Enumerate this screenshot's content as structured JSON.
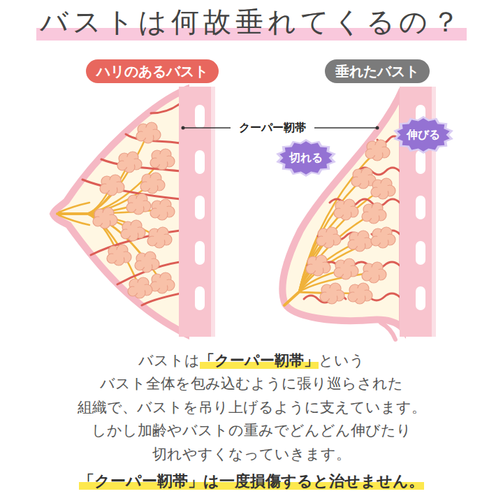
{
  "diagram": {
    "title": "バストは何故垂れてくるの？",
    "nodes": [
      {
        "text": [
          "ハリのあるバスト"
        ]
      },
      {
        "text": [
          "垂れたバスト"
        ]
      },
      {
        "text": [
          "切れる"
        ]
      },
      {
        "text": [
          "伸びる"
        ]
      }
    ],
    "labels": [
      "クーパー靭帯",
      "バストは",
      "「クーパー靭帯」",
      "という",
      "バスト全体を包み込むように張り巡らされた",
      "組織で、バストを吊り上げるように支えています。",
      "しかし加齢やバストの重みでどんどん伸びたり",
      "切れやすくなっていきます。",
      "「クーパー靭帯」は一度損傷すると治せません。"
    ]
  }
}
